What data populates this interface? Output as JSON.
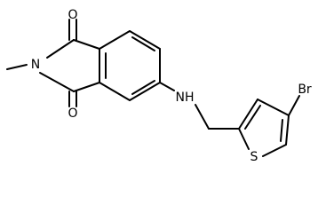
{
  "molecule": {
    "atoms": {
      "o_top": "O",
      "o_bottom": "O",
      "n_imide": "N",
      "n_amine": "NH",
      "br": "Br",
      "s": "S"
    }
  },
  "colors": {
    "bond": "#000000",
    "text": "#000000",
    "background": "#ffffff"
  }
}
